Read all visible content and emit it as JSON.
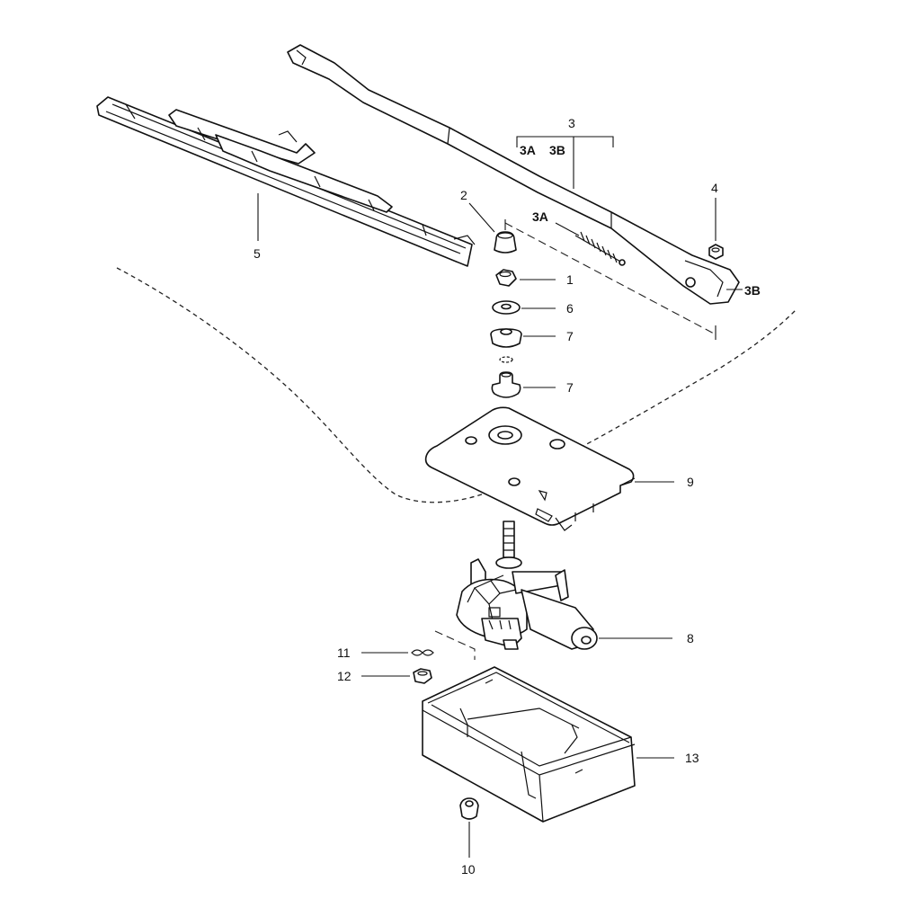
{
  "callouts": {
    "c1": "1",
    "c2": "2",
    "c3": "3",
    "c3a": "3A",
    "c3b": "3B",
    "c3a_head": "3A",
    "c3b_head": "3B",
    "c4": "4",
    "c5": "5",
    "c6": "6",
    "c7_upper": "7",
    "c7_lower": "7",
    "c8": "8",
    "c9": "9",
    "c10": "10",
    "c11": "11",
    "c12": "12",
    "c13": "13"
  }
}
